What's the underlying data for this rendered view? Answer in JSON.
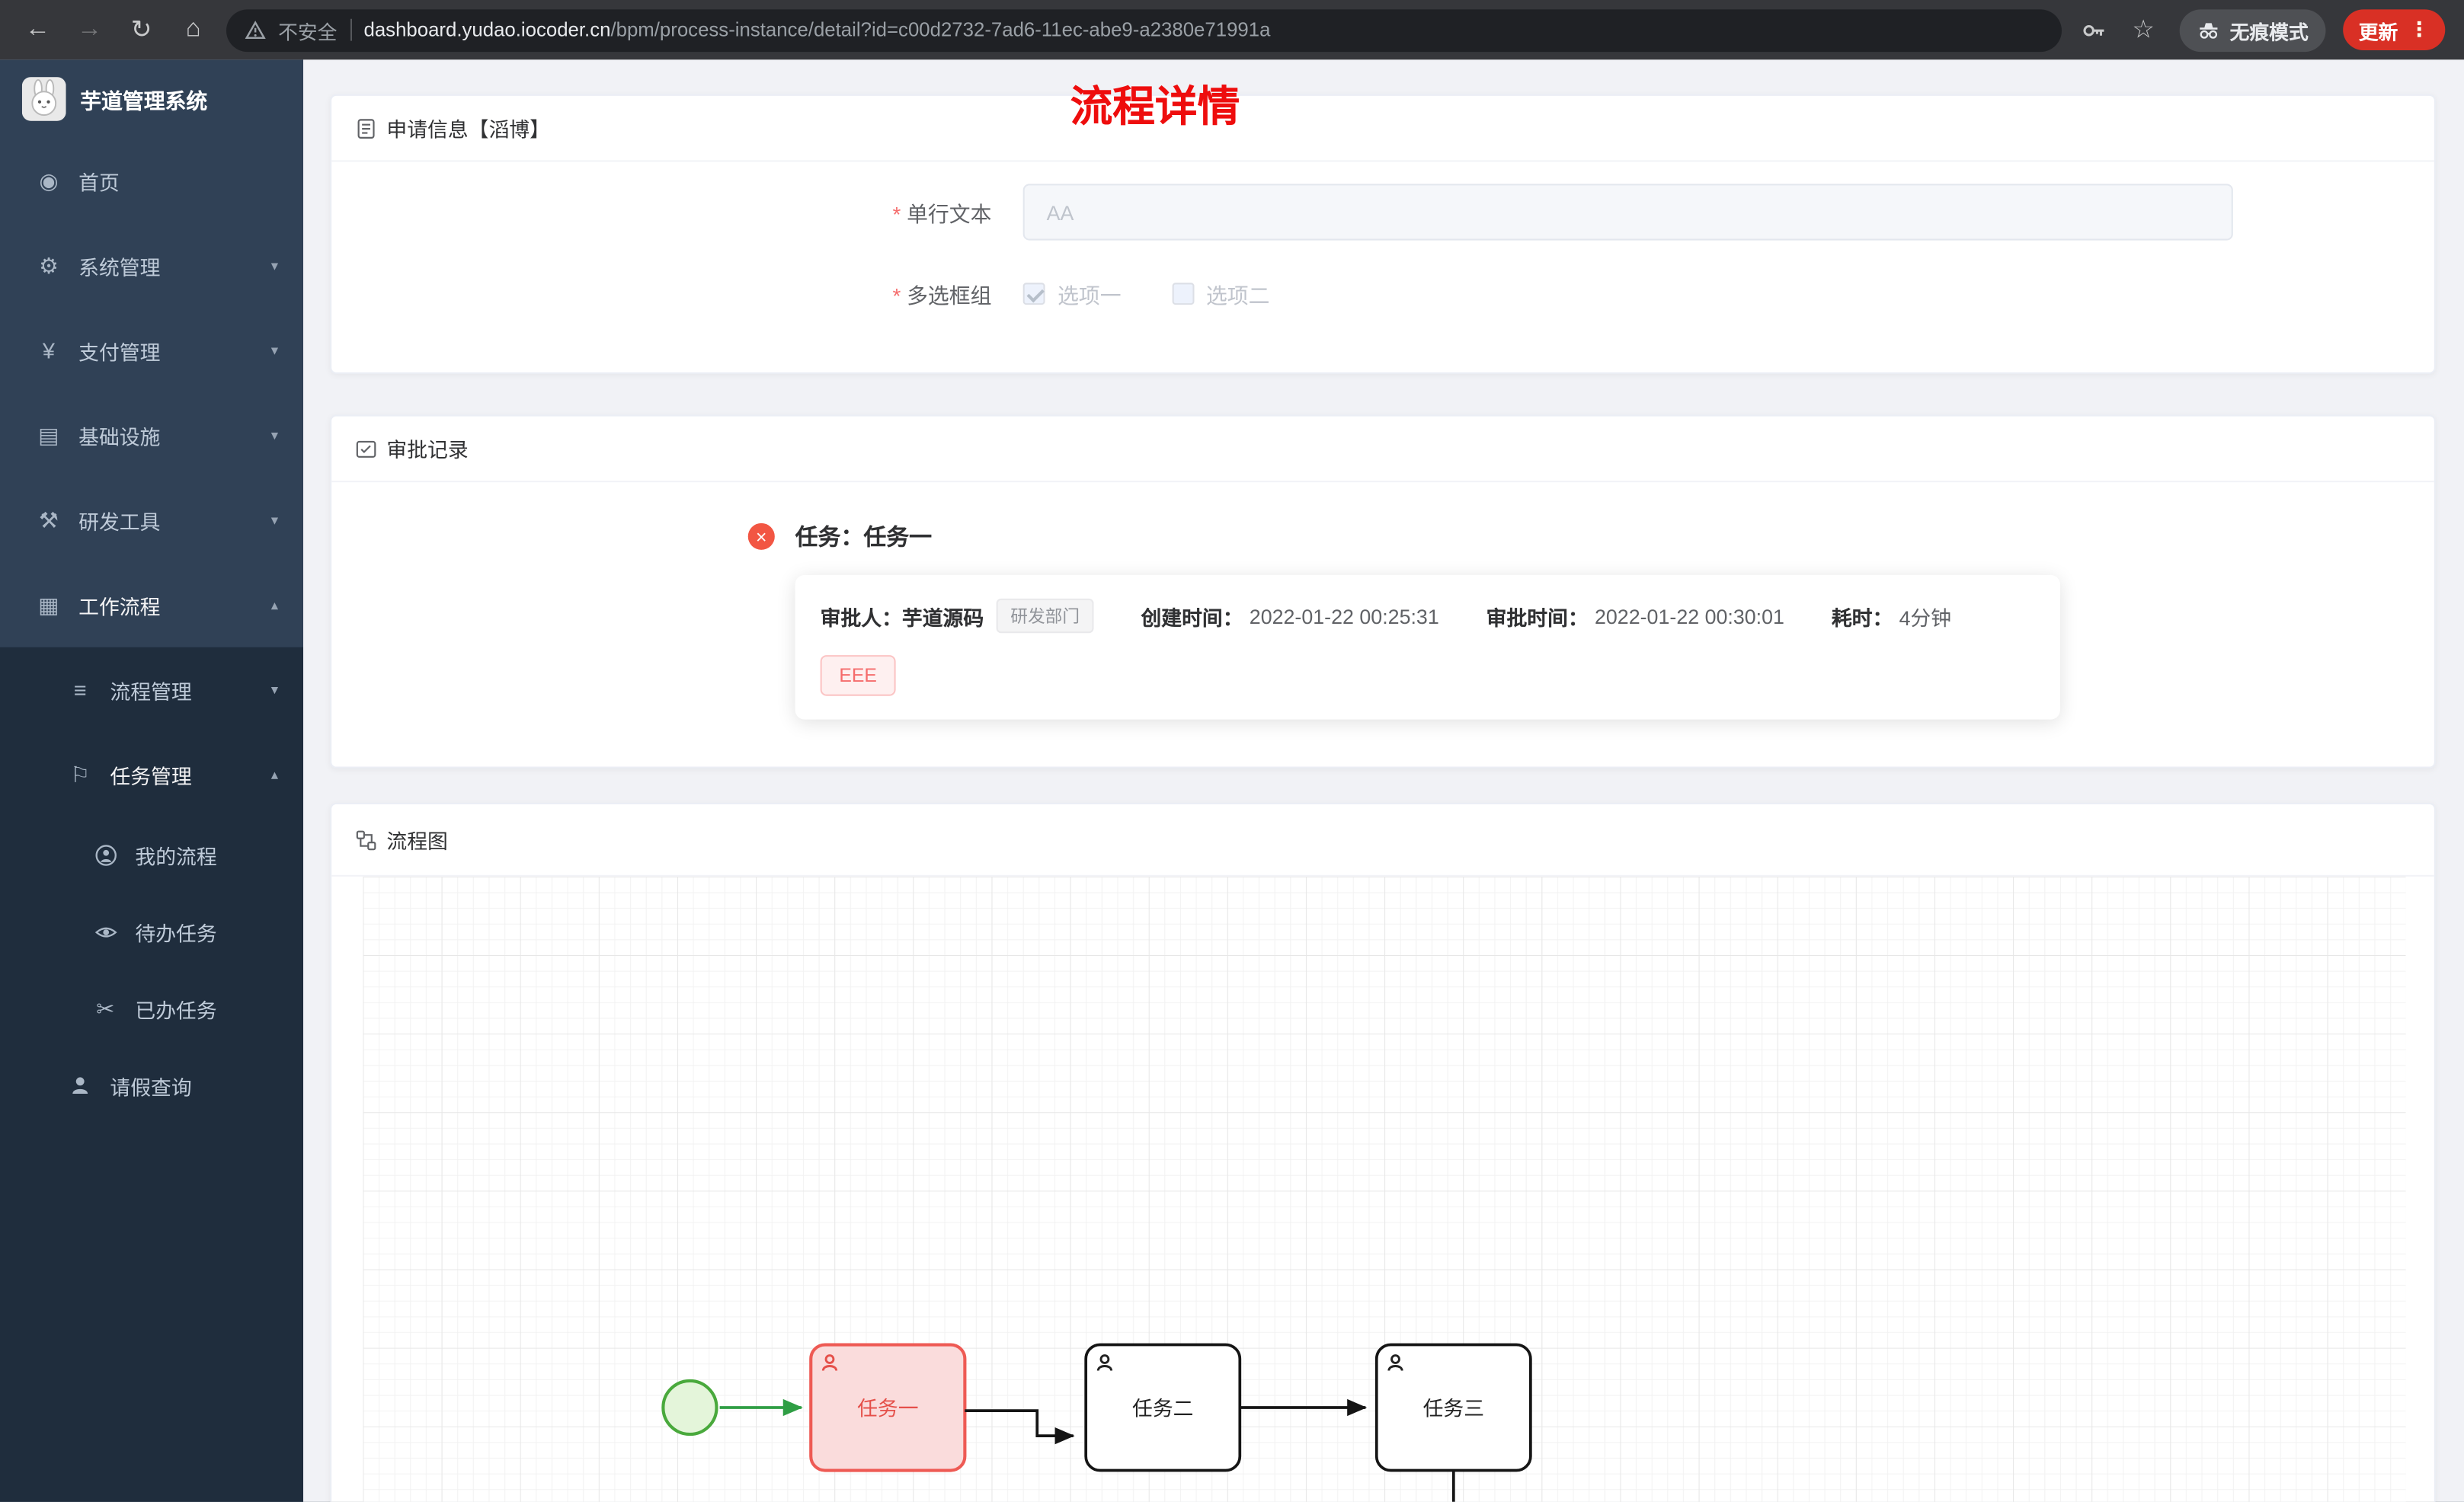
{
  "browser": {
    "security_label": "不安全",
    "url_domain": "dashboard.yudao.iocoder.cn",
    "url_path": "/bpm/process-instance/detail?id=c00d2732-7ad6-11ec-abe9-a2380e71991a",
    "incognito_label": "无痕模式",
    "update_label": "更新"
  },
  "sidebar": {
    "app_title": "芋道管理系统",
    "items": [
      {
        "label": "首页"
      },
      {
        "label": "系统管理"
      },
      {
        "label": "支付管理"
      },
      {
        "label": "基础设施"
      },
      {
        "label": "研发工具"
      },
      {
        "label": "工作流程"
      },
      {
        "label": "流程管理"
      },
      {
        "label": "任务管理"
      },
      {
        "label": "我的流程"
      },
      {
        "label": "待办任务"
      },
      {
        "label": "已办任务"
      },
      {
        "label": "请假查询"
      }
    ]
  },
  "main": {
    "page_title": "流程详情",
    "apply_card": {
      "title": "申请信息【滔博】",
      "text_field": {
        "label": "单行文本",
        "placeholder": "AA"
      },
      "checkbox_field": {
        "label": "多选框组",
        "options": [
          {
            "label": "选项一",
            "checked": true
          },
          {
            "label": "选项二",
            "checked": false
          }
        ]
      }
    },
    "approval_card": {
      "title": "审批记录",
      "task_line": "任务：任务一",
      "approver_label": "审批人：",
      "approver_name": "芋道源码",
      "approver_dept": "研发部门",
      "create_label": "创建时间：",
      "create_value": "2022-01-22 00:25:31",
      "approve_label": "审批时间：",
      "approve_value": "2022-01-22 00:30:01",
      "duration_label": "耗时：",
      "duration_value": "4分钟",
      "comment_tag": "EEE"
    },
    "diagram_card": {
      "title": "流程图",
      "nodes": [
        {
          "label": "任务一",
          "status": "rejected"
        },
        {
          "label": "任务二",
          "status": "pending"
        },
        {
          "label": "任务三",
          "status": "pending"
        }
      ],
      "colors": {
        "rejected_border": "#ee5a54",
        "rejected_fill": "#fadcdc",
        "start_green": "#49a93c"
      }
    }
  }
}
